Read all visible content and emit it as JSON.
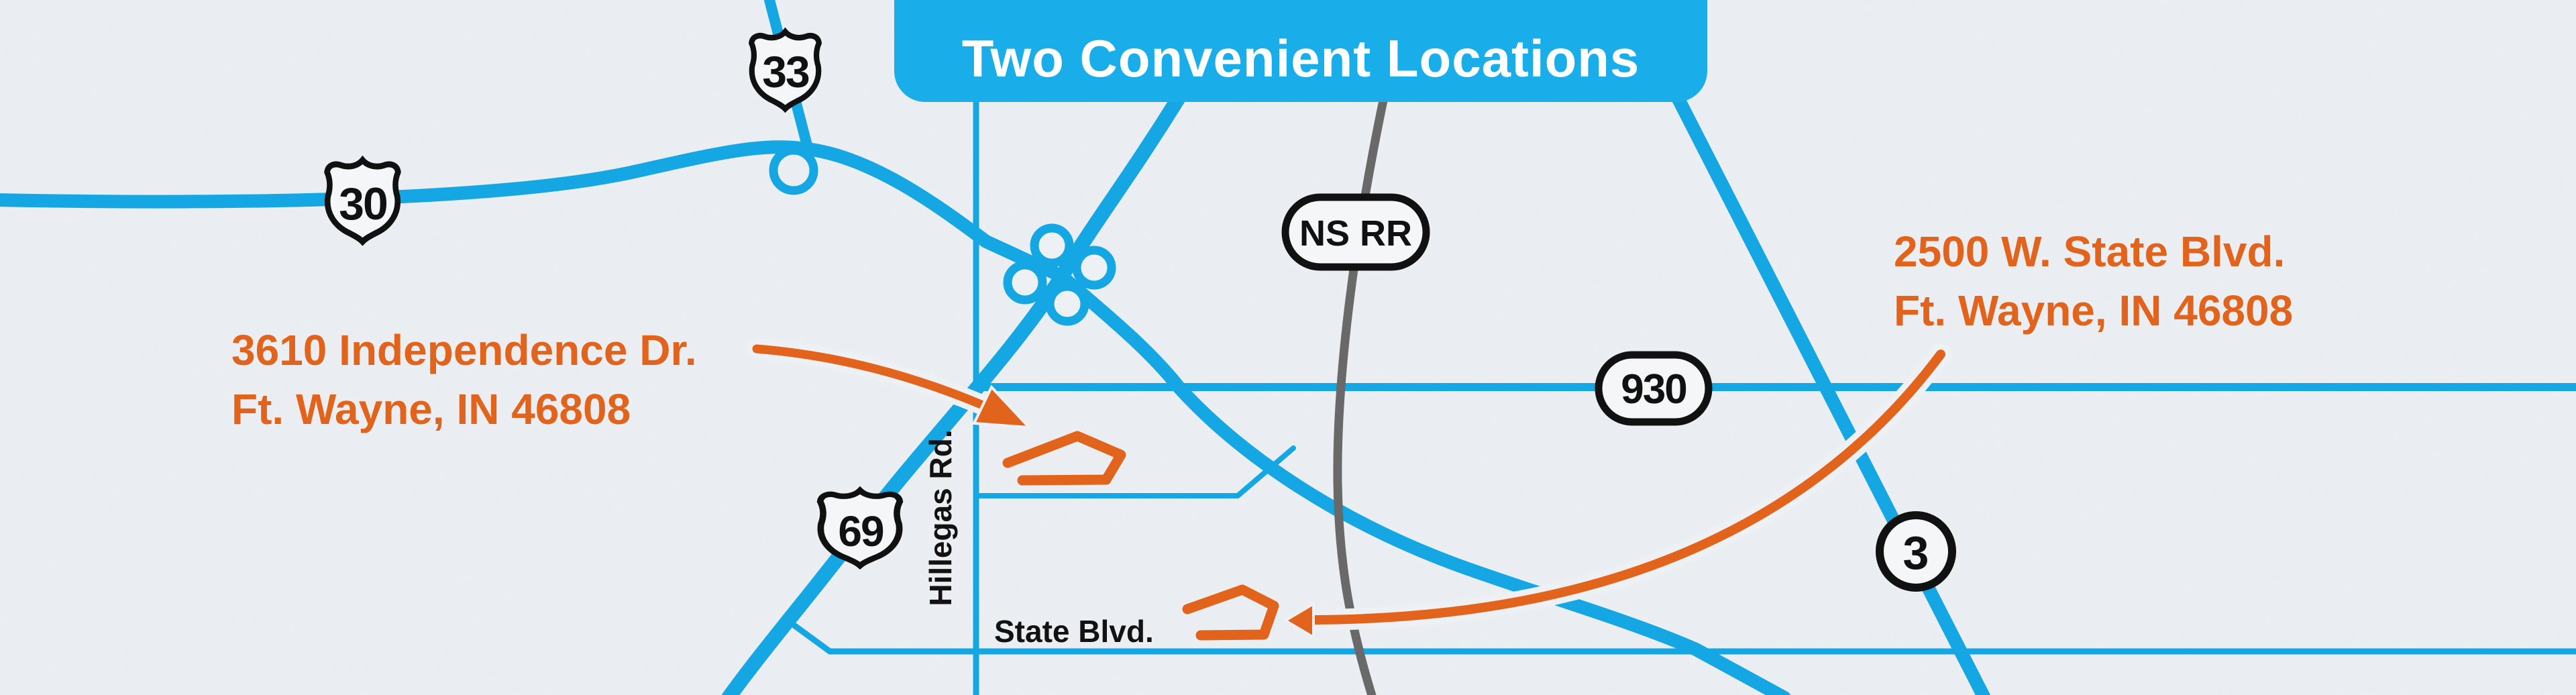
{
  "banner": {
    "title": "Two Convenient Locations"
  },
  "shields": {
    "us33": "33",
    "us30": "30",
    "us69": "69"
  },
  "badges": {
    "railroad": "NS RR",
    "sr930": "930",
    "sr3": "3"
  },
  "road_labels": {
    "hillegas": "Hillegas Rd.",
    "state_blvd": "State Blvd."
  },
  "locations": [
    {
      "line1": "3610 Independence Dr.",
      "line2": "Ft. Wayne, IN 46808"
    },
    {
      "line1": "2500 W. State Blvd.",
      "line2": "Ft. Wayne, IN 46808"
    }
  ],
  "colors": {
    "road_blue": "#14a7e3",
    "banner_blue": "#19ade9",
    "accent_orange": "#e2631b",
    "railroad_gray": "#696969",
    "background": "#eef1f4",
    "badge_outline": "#111111"
  },
  "icons": {
    "cloverleaf": "cloverleaf-interchange-icon",
    "ramp_loop": "ramp-loop-icon",
    "building1": "location-1-building-icon",
    "building2": "location-2-building-icon",
    "arrow1": "arrow-to-location-1-icon",
    "arrow2": "arrow-to-location-2-icon"
  }
}
